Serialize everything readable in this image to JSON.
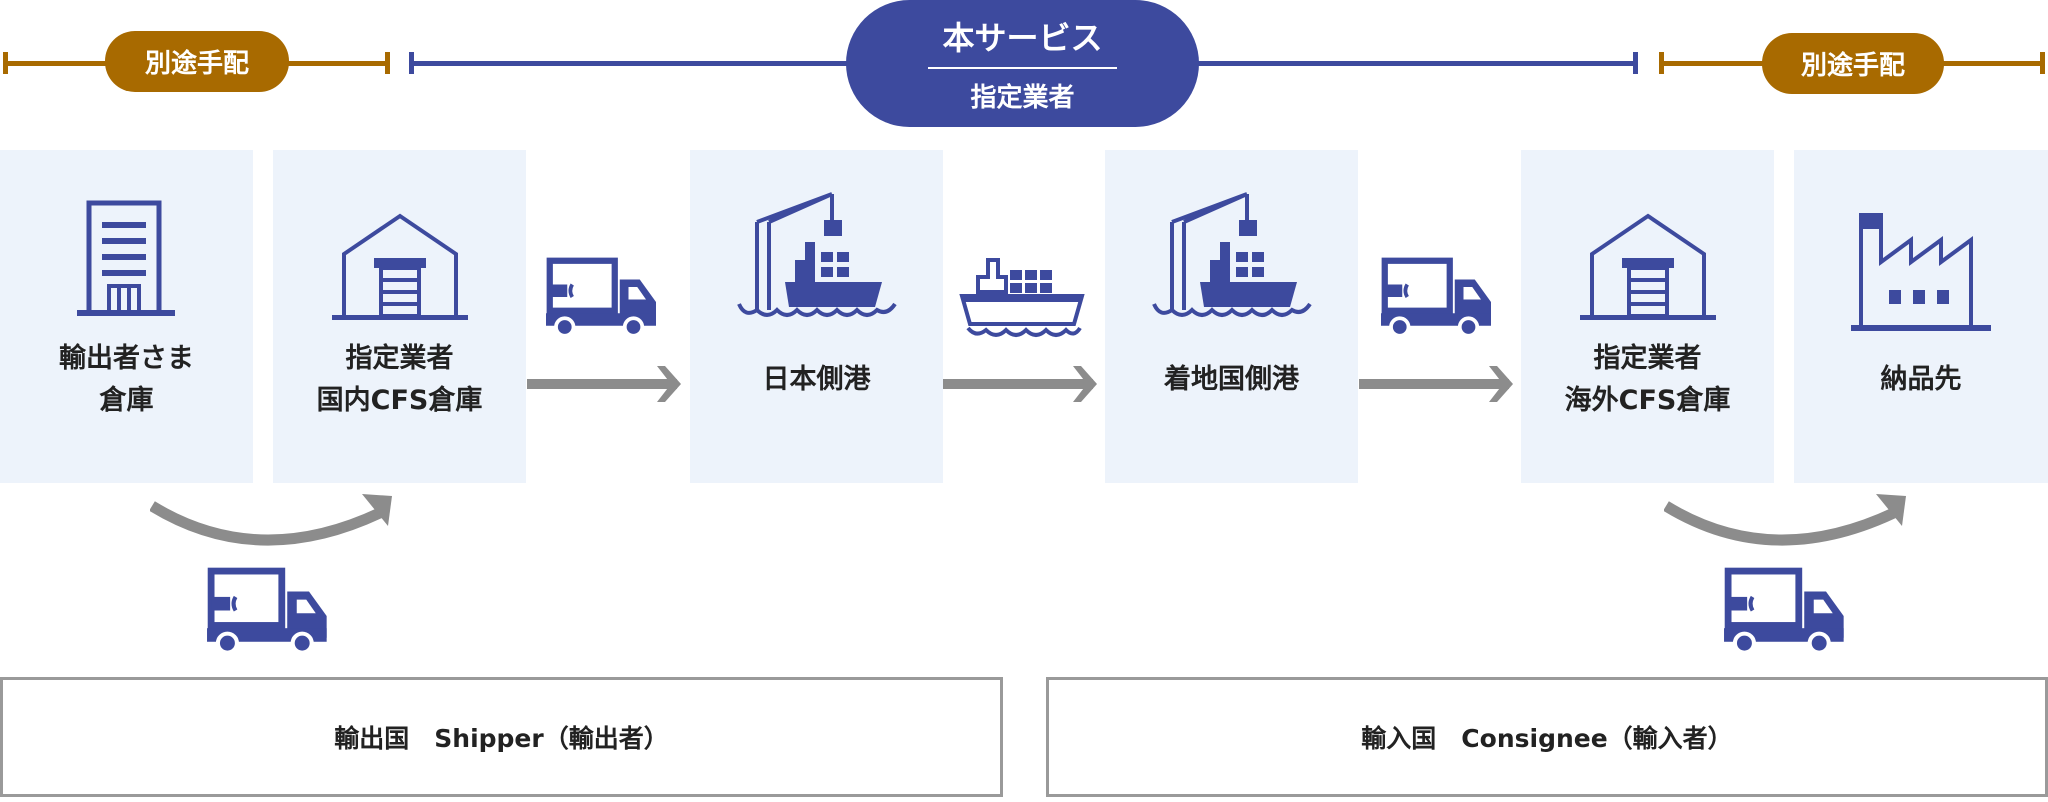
{
  "header": {
    "left_label": "別途手配",
    "service_title": "本サービス",
    "service_subtitle": "指定業者",
    "right_label": "別途手配"
  },
  "steps": [
    {
      "line1": "輸出者さま",
      "line2": "倉庫",
      "icon": "office-building-icon"
    },
    {
      "line1": "指定業者",
      "line2": "国内CFS倉庫",
      "icon": "warehouse-icon"
    },
    {
      "line1": "日本側港",
      "line2": "",
      "icon": "port-crane-ship-icon"
    },
    {
      "line1": "着地国側港",
      "line2": "",
      "icon": "port-crane-ship-icon"
    },
    {
      "line1": "指定業者",
      "line2": "海外CFS倉庫",
      "icon": "warehouse-icon"
    },
    {
      "line1": "納品先",
      "line2": "",
      "icon": "factory-icon"
    }
  ],
  "transport": [
    "truck-icon",
    "ship-icon",
    "truck-icon"
  ],
  "footer": {
    "export_label": "輸出国　Shipper（輸出者）",
    "import_label": "輸入国　Consignee（輸入者）"
  },
  "colors": {
    "blue": "#3d4a9e",
    "orange": "#a86a00",
    "box_bg": "#edf3fb",
    "arrow": "#8c8c8c"
  }
}
